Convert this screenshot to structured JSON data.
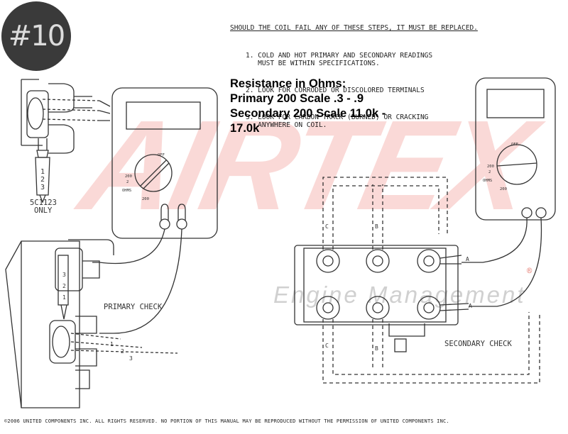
{
  "badge": "#10",
  "instructions": {
    "header": "SHOULD THE COIL FAIL ANY OF THESE STEPS, IT MUST BE REPLACED.",
    "steps": [
      "1. COLD AND HOT PRIMARY AND SECONDARY READINGS\n   MUST BE WITHIN SPECIFICATIONS.",
      "2. LOOK FOR CORRODED OR DISCOLORED TERMINALS",
      "3. LOOK FOR CARBON TRACK (BURNED) OR CRACKING\n   ANYWHERE ON COIL."
    ]
  },
  "resistance": {
    "title": "Resistance in Ohms:",
    "primary": "Primary 200 Scale .3 - .9",
    "secondary_a": "Secondary 200 Scale 11.0k -",
    "secondary_b": "17.0k"
  },
  "connector": {
    "pins": [
      "1",
      "2",
      "3"
    ],
    "part_line1": "5C1123",
    "part_line2": "ONLY"
  },
  "primary_check": {
    "label": "PRIMARY CHECK",
    "lead_numbers": [
      "1",
      "2",
      "3"
    ],
    "coil_numbers": [
      "3",
      "2",
      "1"
    ]
  },
  "secondary_check": {
    "label": "SECONDARY CHECK",
    "tower_labels": [
      "C",
      "B",
      "A",
      "C",
      "B",
      "A"
    ]
  },
  "meters": {
    "left": {
      "off": "OFF",
      "scale_200": "200",
      "scale_2": "2",
      "ohms": "OHMS",
      "scale_200b": "200"
    },
    "right": {
      "off": "OFF",
      "scale_200": "200",
      "scale_2": "2",
      "ohms": "OHMS",
      "scale_200b": "200"
    }
  },
  "watermark": {
    "brand": "AIRTEX",
    "tagline": "Engine Management",
    "reg": "®"
  },
  "footer": "©2006 UNITED COMPONENTS INC.  ALL RIGHTS RESERVED.  NO PORTION OF THIS MANUAL MAY BE REPRODUCED WITHOUT THE PERMISSION OF UNITED COMPONENTS INC.",
  "colors": {
    "badge_bg": "#3a3a3a",
    "watermark": "#ec786e",
    "ink": "#333333"
  }
}
